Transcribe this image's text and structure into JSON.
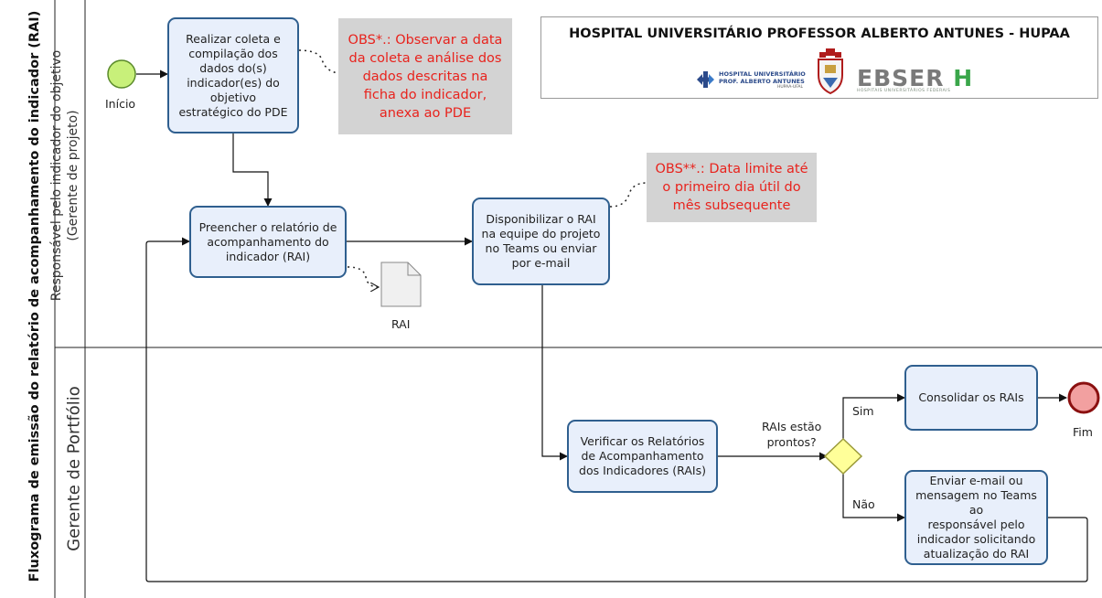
{
  "diagram": {
    "title": "Fluxograma de emissão do relatório de acompanhamento do indicador (RAI)",
    "lanes": {
      "responsavel": "Responsável pelo indicador do objetivo\n(Gerente de projeto)",
      "gerente": "Gerente de Portfólio"
    },
    "events": {
      "start": "Início",
      "end": "Fim"
    },
    "tasks": {
      "coleta": "Realizar coleta e\ncompilação dos\ndados do(s)\nindicador(es) do\nobjetivo\nestratégico do PDE",
      "preencher": "Preencher o relatório de\nacompanhamento do\nindicador (RAI)",
      "disponibilizar": "Disponibilizar o RAI\nna equipe do projeto\nno Teams ou enviar\npor e-mail",
      "verificar": "Verificar os Relatórios\nde Acompanhamento\ndos Indicadores (RAIs)",
      "consolidar": "Consolidar os RAIs",
      "enviar": "Enviar e-mail ou\nmensagem no Teams ao\nresponsável pelo\nindicador solicitando\natualização do RAI"
    },
    "notes": {
      "obs1": "OBS*.: Observar a data\nda coleta e análise dos\ndados descritas na\nficha do indicador,\nanexa ao PDE",
      "obs2": "OBS**.: Data limite até\no primeiro dia útil do\nmês subsequente"
    },
    "document": "RAI",
    "gateway": {
      "question": "RAIs estão\nprontos?",
      "yes": "Sim",
      "no": "Não"
    }
  },
  "header": {
    "title": "HOSPITAL UNIVERSITÁRIO PROFESSOR ALBERTO ANTUNES - HUPAA",
    "hospital_logo_line1": "HOSPITAL UNIVERSITÁRIO",
    "hospital_logo_line2": "PROF. ALBERTO ANTUNES",
    "hospital_logo_line3": "HUPAA-UFAL",
    "ebserh_logo": "EBSERH",
    "ebserh_sub": "HOSPITAIS UNIVERSITÁRIOS FEDERAIS"
  },
  "colors": {
    "task_fill": "#e8effb",
    "task_border": "#2f5f8f",
    "note_fill": "#d3d3d3",
    "note_text": "#e8231d",
    "start_fill": "#c8f07a",
    "end_fill": "#f2a0a0",
    "gateway_fill": "#ffff99"
  }
}
